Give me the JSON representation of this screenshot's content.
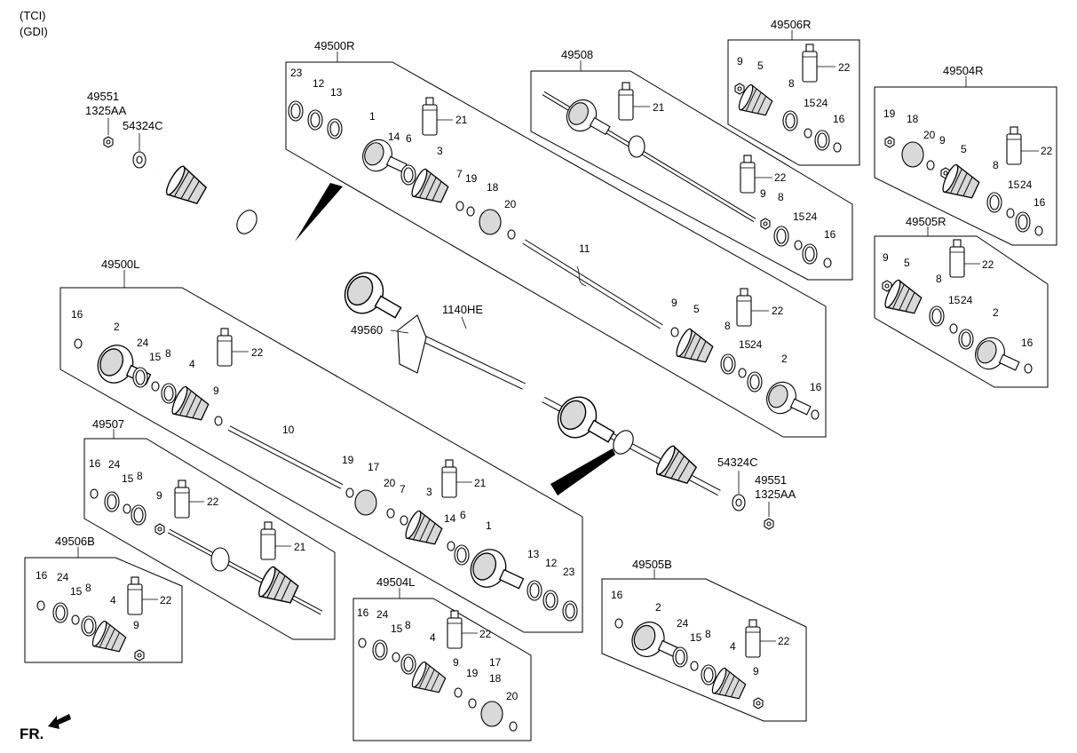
{
  "header": {
    "line1": "(TCI)",
    "line2": "(GDI)"
  },
  "footer": {
    "fr_label": "FR."
  },
  "groups": {
    "g49500R": "49500R",
    "g49500L": "49500L",
    "g49508": "49508",
    "g49506R": "49506R",
    "g49504R": "49504R",
    "g49505R": "49505R",
    "g49507": "49507",
    "g49506B": "49506B",
    "g49504L": "49504L",
    "g49505B": "49505B"
  },
  "standalone": {
    "p49551_top": "49551",
    "p1325AA_top": "1325AA",
    "p54324C_top": "54324C",
    "p1140HE": "1140HE",
    "p49560": "49560",
    "p54324C_bot": "54324C",
    "p49551_bot": "49551",
    "p1325AA_bot": "1325AA"
  },
  "callouts": {
    "n1": "1",
    "n2": "2",
    "n3": "3",
    "n4": "4",
    "n5": "5",
    "n6": "6",
    "n7": "7",
    "n8": "8",
    "n9": "9",
    "n10": "10",
    "n11": "11",
    "n12": "12",
    "n13": "13",
    "n14": "14",
    "n15": "15",
    "n16": "16",
    "n17": "17",
    "n18": "18",
    "n19": "19",
    "n20": "20",
    "n21": "21",
    "n22": "22",
    "n23": "23",
    "n24": "24"
  },
  "icons": {
    "fr_arrow": "front-direction-arrow-icon"
  }
}
